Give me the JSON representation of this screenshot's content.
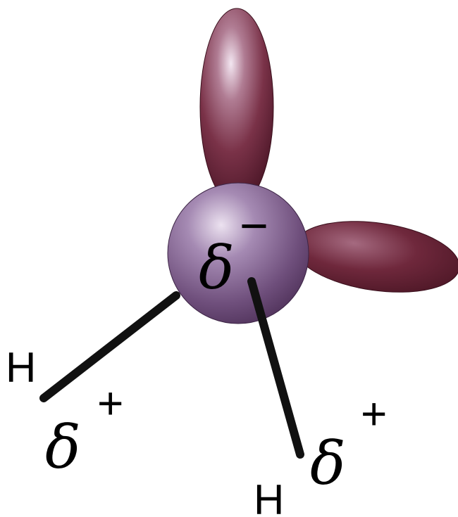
{
  "diagram": {
    "oxygen": {
      "partial_charge_symbol": "δ",
      "partial_charge_sign": "−"
    },
    "hydrogens": [
      {
        "symbol": "H",
        "partial_charge_symbol": "δ",
        "partial_charge_sign": "+"
      },
      {
        "symbol": "H",
        "partial_charge_symbol": "δ",
        "partial_charge_sign": "+"
      }
    ],
    "colors": {
      "orbital": "#6e2a3a",
      "orbital_highlight": "#e9d9ea",
      "oxygen_sphere": "#7a5a86",
      "bond": "#111111"
    }
  }
}
